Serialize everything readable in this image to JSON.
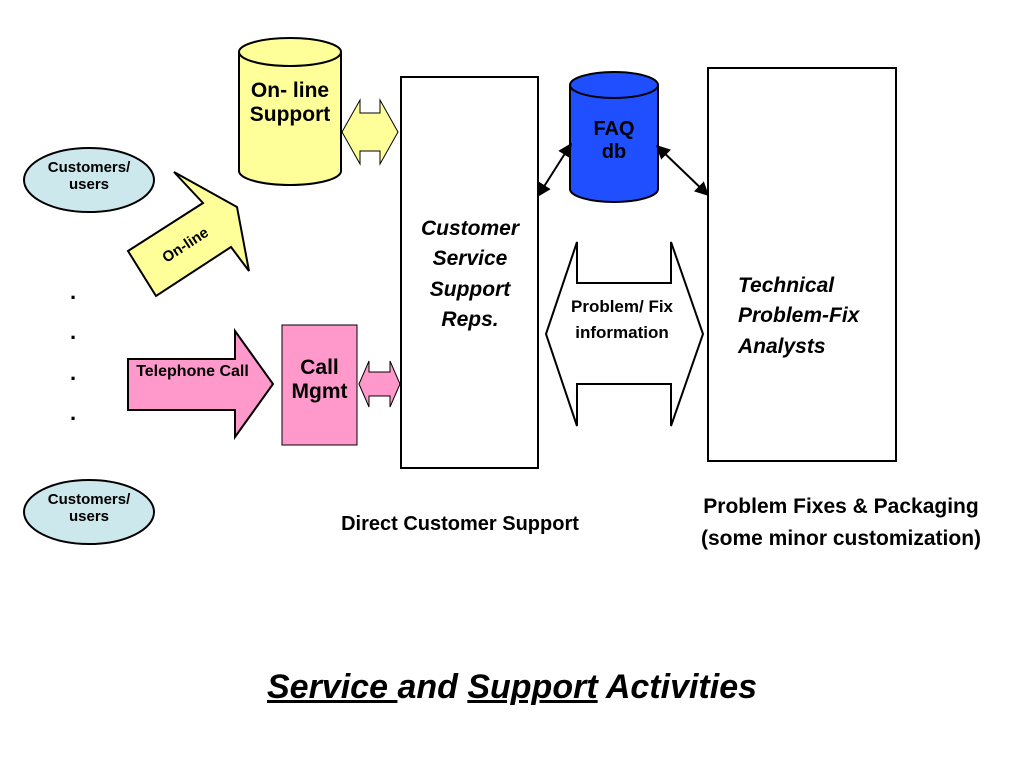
{
  "colors": {
    "cyan": "#cce8ec",
    "yellow": "#ffff99",
    "pink": "#ff99cc",
    "blue": "#1f4fff",
    "stroke": "#000000"
  },
  "nodes": {
    "customers_top": "Customers/ users",
    "customers_bottom": "Customers/ users",
    "online_support": "On- line Support",
    "faq_db": "FAQ db",
    "call_mgmt": "Call Mgmt",
    "csr": "Customer Service Support Reps.",
    "analysts": "Technical Problem-Fix Analysts"
  },
  "arrows": {
    "online": "On-line",
    "telephone": "Telephone Call",
    "problem_fix": "Problem/ Fix information"
  },
  "dots": [
    ".",
    ".",
    ".",
    "."
  ],
  "captions": {
    "direct_support": "Direct Customer Support",
    "fixes_line1": "Problem Fixes & Packaging",
    "fixes_line2": "(some minor customization)"
  },
  "title": {
    "part1": "Service ",
    "part2": " and ",
    "part3": "Support",
    "part4": " Activities"
  }
}
